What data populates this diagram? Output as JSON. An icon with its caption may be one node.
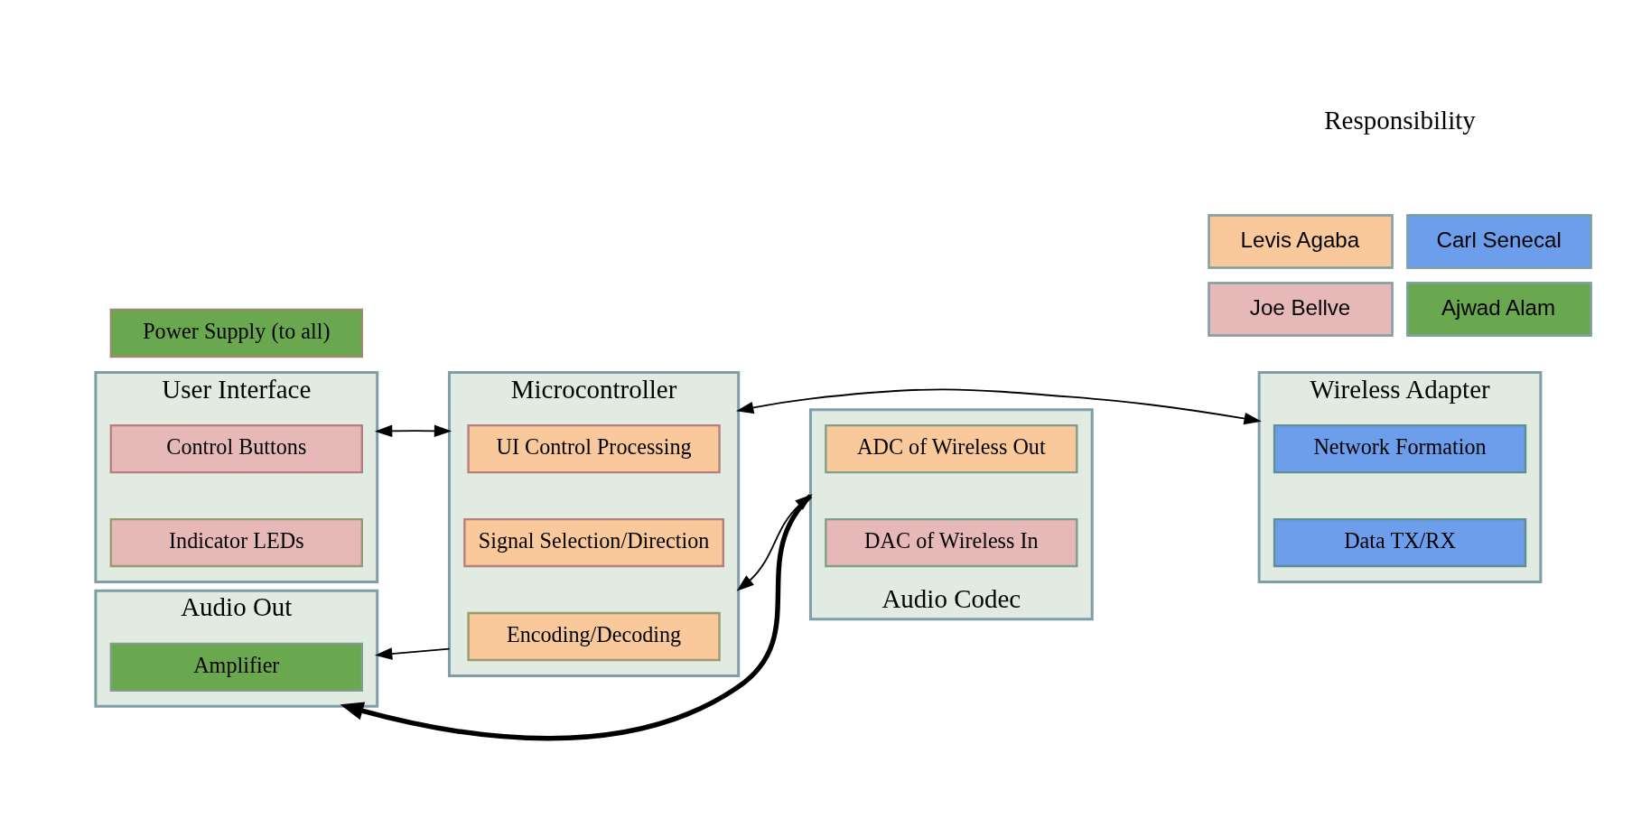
{
  "diagram": {
    "nodes": [
      {
        "text": [
          "User Interface"
        ]
      },
      {
        "text": [
          "Control Buttons"
        ],
        "in": 0
      },
      {
        "text": [
          "Indicator LEDs"
        ],
        "in": 0
      },
      {
        "text": [
          "Microcontroller"
        ]
      },
      {
        "text": [
          "UI Control Processing"
        ],
        "in": 3
      },
      {
        "text": [
          "Signal Selection/Direction"
        ],
        "in": 3
      },
      {
        "text": [
          "Encoding/Decoding"
        ],
        "in": 3
      },
      {
        "text": [
          "Wireless Adapter"
        ]
      },
      {
        "text": [
          "Network Formation"
        ],
        "in": 7
      },
      {
        "text": [
          "Data TX/RX"
        ],
        "in": 7
      },
      {
        "text": [
          "Audio Out"
        ]
      },
      {
        "text": [
          "Amplifier"
        ],
        "in": 10
      },
      {
        "text": [
          "Audio Codec"
        ]
      },
      {
        "text": [
          "ADC of Wireless Out"
        ],
        "in": 12
      },
      {
        "text": [
          "DAC of Wireless In"
        ],
        "in": 12
      },
      {
        "text": [
          "Power Supply (to all)"
        ]
      }
    ],
    "edges": [
      {
        "from": 0,
        "to": 3,
        "arrow": "both"
      },
      {
        "from": 3,
        "to": 7,
        "arrow": "both"
      },
      {
        "from": 3,
        "to": 10,
        "arrow": "to"
      },
      {
        "from": 3,
        "to": 12,
        "arrow": "both"
      },
      {
        "from": 12,
        "to": 10,
        "arrow": "to",
        "style": "thick"
      }
    ],
    "labels": [
      "Responsibility"
    ],
    "legend": [
      {
        "text": "Levis Agaba",
        "color": "#f9c99b"
      },
      {
        "text": "Carl Senecal",
        "color": "#6d9eeb"
      },
      {
        "text": "Joe Bellve",
        "color": "#e6b8b8"
      },
      {
        "text": "Ajwad Alam",
        "color": "#6aa84f"
      }
    ]
  }
}
